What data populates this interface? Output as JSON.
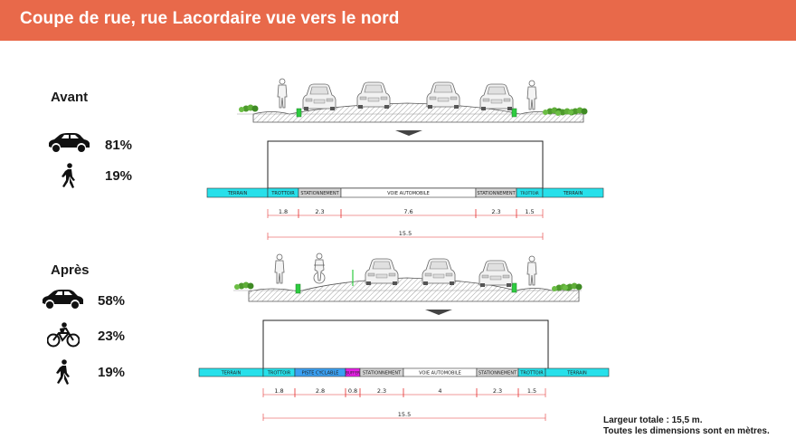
{
  "title": "Coupe de rue, rue Lacordaire vue vers le nord",
  "avant": {
    "label": "Avant",
    "shares": [
      {
        "mode": "car-icon",
        "value": "81%"
      },
      {
        "mode": "pedestrian-icon",
        "value": "19%"
      }
    ],
    "segments": [
      {
        "label": "TERRAIN",
        "color": "#27e0ea",
        "width": null
      },
      {
        "label": "TROTTOIR",
        "color": "#27e0ea",
        "width": "1.8"
      },
      {
        "label": "STATIONNEMENT",
        "color": "#d4d4d4",
        "width": "2.3"
      },
      {
        "label": "VOIE AUTOMOBILE",
        "color": "#ffffff",
        "width": "7.6"
      },
      {
        "label": "STATIONNEMENT",
        "color": "#d4d4d4",
        "width": "2.3"
      },
      {
        "label": "TROTTOIR",
        "color": "#27e0ea",
        "width": "1.5"
      },
      {
        "label": "TERRAIN",
        "color": "#27e0ea",
        "width": null
      }
    ],
    "total": "15.5"
  },
  "apres": {
    "label": "Après",
    "shares": [
      {
        "mode": "car-icon",
        "value": "58%"
      },
      {
        "mode": "bicycle-icon",
        "value": "23%"
      },
      {
        "mode": "pedestrian-icon",
        "value": "19%"
      }
    ],
    "segments": [
      {
        "label": "TERRAIN",
        "color": "#27e0ea",
        "width": null
      },
      {
        "label": "TROTTOIR",
        "color": "#27e0ea",
        "width": "1.8"
      },
      {
        "label": "PISTE CYCLABLE",
        "color": "#3aa0f2",
        "width": "2.8"
      },
      {
        "label": "BUFFER",
        "color": "#e61ee6",
        "width": "0.8"
      },
      {
        "label": "STATIONNEMENT",
        "color": "#d4d4d4",
        "width": "2.3"
      },
      {
        "label": "VOIE AUTOMOBILE",
        "color": "#ffffff",
        "width": "4"
      },
      {
        "label": "STATIONNEMENT",
        "color": "#d4d4d4",
        "width": "2.3"
      },
      {
        "label": "TROTTOIR",
        "color": "#27e0ea",
        "width": "1.5"
      },
      {
        "label": "TERRAIN",
        "color": "#27e0ea",
        "width": null
      }
    ],
    "total": "15.5"
  },
  "footnote": {
    "line1": "Largeur totale : 15,5 m.",
    "line2": "Toutes les dimensions sont en mètres."
  },
  "colors": {
    "banner": "#e8694a",
    "dimension": "#e53535"
  }
}
